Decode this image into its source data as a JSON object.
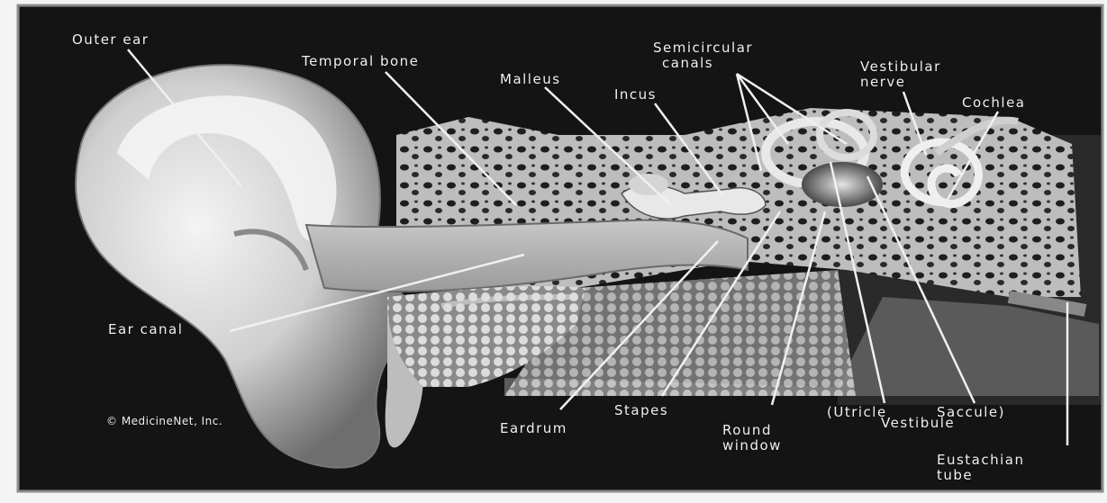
{
  "labels": {
    "outer_ear": "Outer ear",
    "temporal_bone": "Temporal bone",
    "malleus": "Malleus",
    "incus": "Incus",
    "semicircular_canals": [
      "Semicircular",
      "canals"
    ],
    "vestibular_nerve": [
      "Vestibular",
      "nerve"
    ],
    "cochlea": "Cochlea",
    "ear_canal": "Ear canal",
    "eardrum": "Eardrum",
    "stapes": "Stapes",
    "round_window": [
      "Round",
      "window"
    ],
    "utricle": "(Utricle",
    "saccule": "Saccule)",
    "vestibule": "Vestibule",
    "eustachian_tube": [
      "Eustachian",
      "tube"
    ]
  },
  "copyright": "© MedicineNet, Inc.",
  "colors": {
    "background": "#141414",
    "page": "#f4f4f4",
    "tissue_light": "#d8d8d8",
    "tissue_mid": "#8a8a8a",
    "leader_line": "#f0f0f0"
  }
}
